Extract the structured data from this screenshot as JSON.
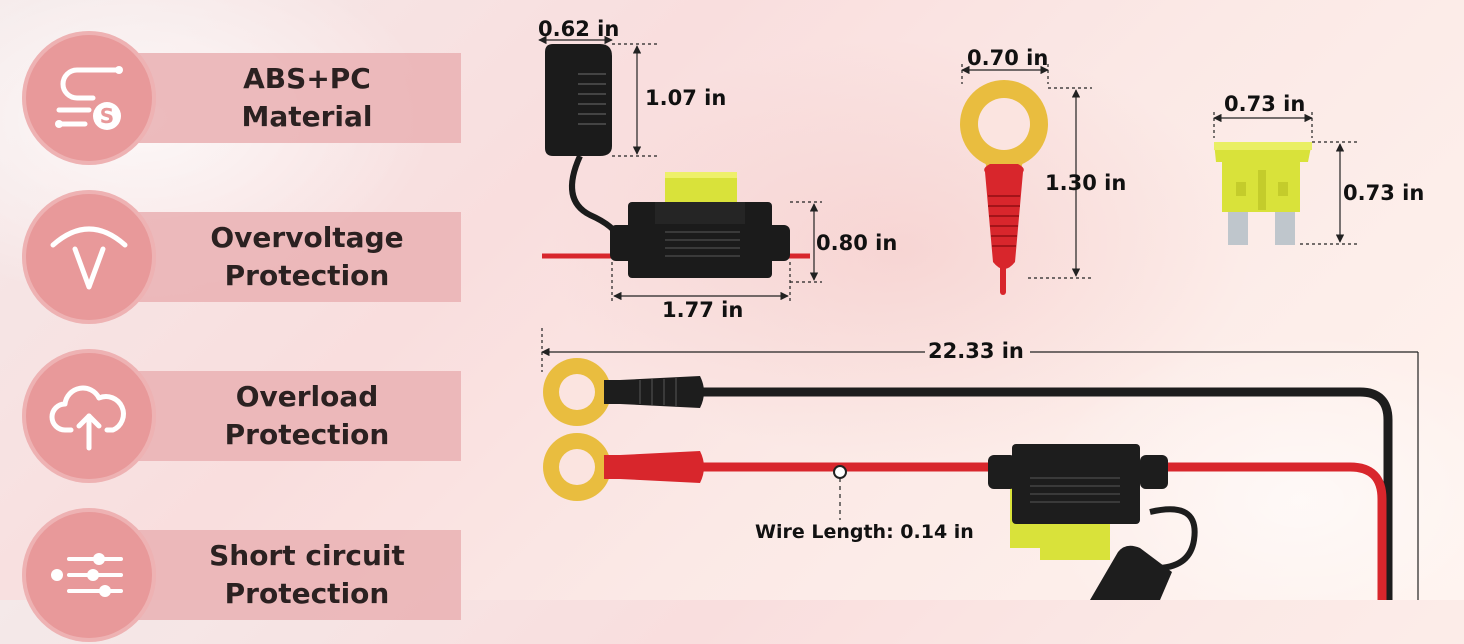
{
  "features": [
    {
      "line1": "ABS+PC",
      "line2": "Material",
      "icon": "material-icon"
    },
    {
      "line1": "Overvoltage",
      "line2": "Protection",
      "icon": "voltage-icon"
    },
    {
      "line1": "Overload",
      "line2": "Protection",
      "icon": "cloud-upload-icon"
    },
    {
      "line1": "Short circuit",
      "line2": "Protection",
      "icon": "sliders-icon"
    }
  ],
  "dimensions": {
    "holder_cap_width": "0.62 in",
    "holder_cap_height": "1.07 in",
    "holder_body_height": "0.80 in",
    "holder_length": "1.77 in",
    "ring_width": "0.70 in",
    "ring_length": "1.30 in",
    "fuse_width": "0.73 in",
    "fuse_height": "0.73 in",
    "total_length": "22.33 in",
    "wire_length": "Wire Length: 0.14 in"
  },
  "colors": {
    "circle": "#e8999a",
    "band": "#eab4b6",
    "wire_red": "#d8262c",
    "wire_black": "#1d1d1d",
    "fuse_yellow": "#d9e23a",
    "ring_gold": "#e9bd3f"
  }
}
